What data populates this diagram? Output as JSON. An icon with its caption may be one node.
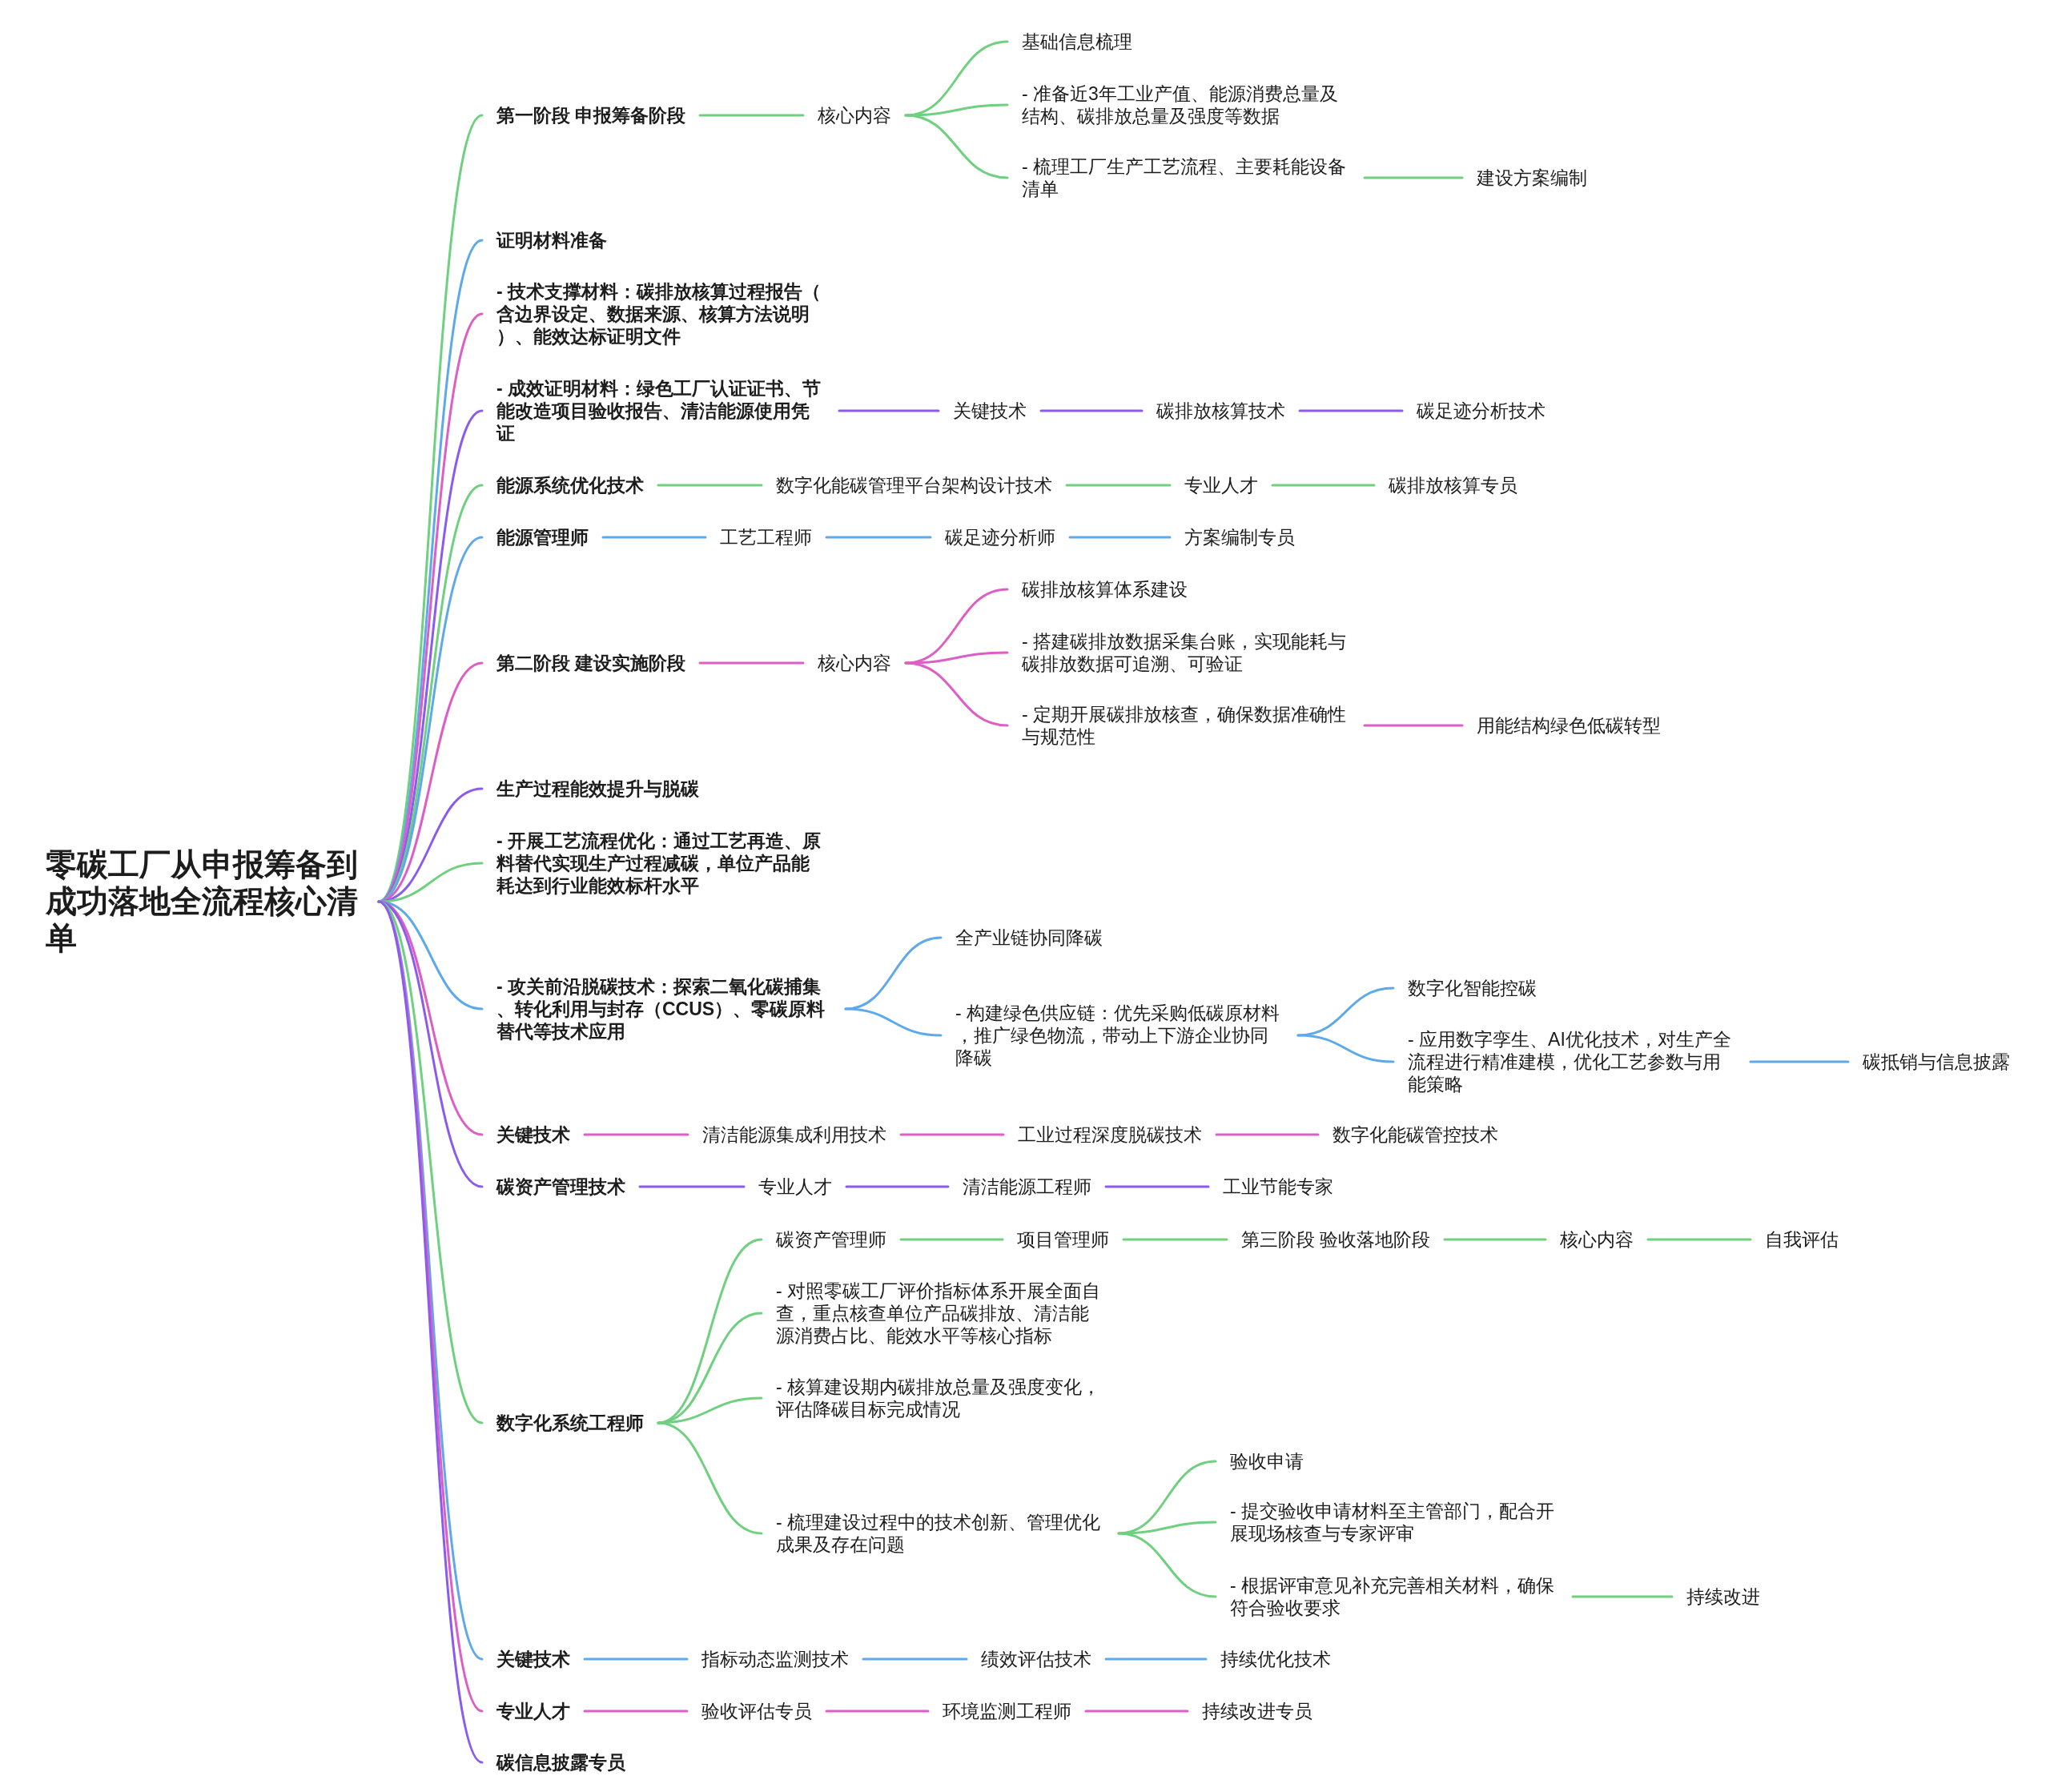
{
  "diagram": {
    "nodes": [
      {
        "text": [
          "零碳工厂从申报筹备到成功落地全流程核心清单"
        ]
      },
      {
        "text": [
          "第一阶段 申报筹备阶段"
        ]
      },
      {
        "text": [
          "核心内容"
        ]
      },
      {
        "text": [
          "基础信息梳理"
        ]
      },
      {
        "text": [
          "- 准备近3年工业产值、能源消费总量及结构、碳排放总量及强度等数据"
        ]
      },
      {
        "text": [
          "- 梳理工厂生产工艺流程、主要耗能设备清单"
        ]
      },
      {
        "text": [
          "建设方案编制"
        ]
      },
      {
        "text": [
          "证明材料准备"
        ]
      },
      {
        "text": [
          "- 技术支撑材料：碳排放核算过程报告（含边界设定、数据来源、核算方法说明）、能效达标证明文件"
        ]
      },
      {
        "text": [
          "- 成效证明材料：绿色工厂认证证书、节能改造项目验收报告、清洁能源使用凭证"
        ]
      },
      {
        "text": [
          "关键技术"
        ]
      },
      {
        "text": [
          "碳排放核算技术"
        ]
      },
      {
        "text": [
          "碳足迹分析技术"
        ]
      },
      {
        "text": [
          "能源系统优化技术"
        ]
      },
      {
        "text": [
          "数字化能碳管理平台架构设计技术"
        ]
      },
      {
        "text": [
          "专业人才"
        ]
      },
      {
        "text": [
          "碳排放核算专员"
        ]
      },
      {
        "text": [
          "能源管理师"
        ]
      },
      {
        "text": [
          "工艺工程师"
        ]
      },
      {
        "text": [
          "碳足迹分析师"
        ]
      },
      {
        "text": [
          "方案编制专员"
        ]
      },
      {
        "text": [
          "第二阶段 建设实施阶段"
        ]
      },
      {
        "text": [
          "核心内容"
        ]
      },
      {
        "text": [
          "碳排放核算体系建设"
        ]
      },
      {
        "text": [
          "- 搭建碳排放数据采集台账，实现能耗与碳排放数据可追溯、可验证"
        ]
      },
      {
        "text": [
          "- 定期开展碳排放核查，确保数据准确性与规范性"
        ]
      },
      {
        "text": [
          "用能结构绿色低碳转型"
        ]
      },
      {
        "text": [
          "生产过程能效提升与脱碳"
        ]
      },
      {
        "text": [
          "- 开展工艺流程优化：通过工艺再造、原料替代实现生产过程减碳，单位产品能耗达到行业能效标杆水平"
        ]
      },
      {
        "text": [
          "- 攻关前沿脱碳技术：探索二氧化碳捕集、转化利用与封存（CCUS）、零碳原料替代等技术应用"
        ]
      },
      {
        "text": [
          "全产业链协同降碳"
        ]
      },
      {
        "text": [
          "- 构建绿色供应链：优先采购低碳原材料，推广绿色物流，带动上下游企业协同降碳"
        ]
      },
      {
        "text": [
          "数字化智能控碳"
        ]
      },
      {
        "text": [
          "- 应用数字孪生、AI优化技术，对生产全流程进行精准建模，优化工艺参数与用能策略"
        ]
      },
      {
        "text": [
          "碳抵销与信息披露"
        ]
      },
      {
        "text": [
          "关键技术"
        ]
      },
      {
        "text": [
          "清洁能源集成利用技术"
        ]
      },
      {
        "text": [
          "工业过程深度脱碳技术"
        ]
      },
      {
        "text": [
          "数字化能碳管控技术"
        ]
      },
      {
        "text": [
          "碳资产管理技术"
        ]
      },
      {
        "text": [
          "专业人才"
        ]
      },
      {
        "text": [
          "清洁能源工程师"
        ]
      },
      {
        "text": [
          "工业节能专家"
        ]
      },
      {
        "text": [
          "数字化系统工程师"
        ]
      },
      {
        "text": [
          "碳资产管理师"
        ]
      },
      {
        "text": [
          "项目管理师"
        ]
      },
      {
        "text": [
          "第三阶段 验收落地阶段"
        ]
      },
      {
        "text": [
          "核心内容"
        ]
      },
      {
        "text": [
          "自我评估"
        ]
      },
      {
        "text": [
          "- 对照零碳工厂评价指标体系开展全面自查，重点核查单位产品碳排放、清洁能源消费占比、能效水平等核心指标"
        ]
      },
      {
        "text": [
          "- 核算建设期内碳排放总量及强度变化，评估降碳目标完成情况"
        ]
      },
      {
        "text": [
          "- 梳理建设过程中的技术创新、管理优化成果及存在问题"
        ]
      },
      {
        "text": [
          "验收申请"
        ]
      },
      {
        "text": [
          "- 提交验收申请材料至主管部门，配合开展现场核查与专家评审"
        ]
      },
      {
        "text": [
          "- 根据评审意见补充完善相关材料，确保符合验收要求"
        ]
      },
      {
        "text": [
          "持续改进"
        ]
      },
      {
        "text": [
          "关键技术"
        ]
      },
      {
        "text": [
          "指标动态监测技术"
        ]
      },
      {
        "text": [
          "绩效评估技术"
        ]
      },
      {
        "text": [
          "持续优化技术"
        ]
      },
      {
        "text": [
          "专业人才"
        ]
      },
      {
        "text": [
          "验收评估专员"
        ]
      },
      {
        "text": [
          "环境监测工程师"
        ]
      },
      {
        "text": [
          "持续改进专员"
        ]
      },
      {
        "text": [
          "碳信息披露专员"
        ]
      }
    ],
    "edges": [
      {
        "from": 0,
        "to": 1,
        "arrow": "none"
      },
      {
        "from": 0,
        "to": 7,
        "arrow": "none",
        "color": "#5ea9e9"
      },
      {
        "from": 0,
        "to": 8,
        "arrow": "none",
        "color": "#dd5fc5"
      },
      {
        "from": 0,
        "to": 9,
        "arrow": "none",
        "color": "#8a5ced"
      },
      {
        "from": 0,
        "to": 13,
        "arrow": "none"
      },
      {
        "from": 0,
        "to": 17,
        "arrow": "none",
        "color": "#5ea9e9"
      },
      {
        "from": 0,
        "to": 21,
        "arrow": "none",
        "color": "#dd5fc5"
      },
      {
        "from": 0,
        "to": 27,
        "arrow": "none",
        "color": "#8a5ced"
      },
      {
        "from": 0,
        "to": 28,
        "arrow": "none"
      },
      {
        "from": 0,
        "to": 29,
        "arrow": "none",
        "color": "#5ea9e9"
      },
      {
        "from": 0,
        "to": 35,
        "arrow": "none",
        "color": "#dd5fc5"
      },
      {
        "from": 0,
        "to": 39,
        "arrow": "none",
        "color": "#8a5ced"
      },
      {
        "from": 0,
        "to": 43,
        "arrow": "none"
      },
      {
        "from": 0,
        "to": 56,
        "arrow": "none",
        "color": "#5ea9e9"
      },
      {
        "from": 0,
        "to": 60,
        "arrow": "none",
        "color": "#dd5fc5"
      },
      {
        "from": 0,
        "to": 64,
        "arrow": "none",
        "color": "#8a5ced"
      },
      {
        "from": 1,
        "to": 2,
        "arrow": "none"
      },
      {
        "from": 2,
        "to": 3,
        "arrow": "none"
      },
      {
        "from": 2,
        "to": 4,
        "arrow": "none"
      },
      {
        "from": 2,
        "to": 5,
        "arrow": "none"
      },
      {
        "from": 5,
        "to": 6,
        "arrow": "none"
      },
      {
        "from": 9,
        "to": 10,
        "arrow": "none",
        "color": "#8a5ced"
      },
      {
        "from": 10,
        "to": 11,
        "arrow": "none",
        "color": "#8a5ced"
      },
      {
        "from": 11,
        "to": 12,
        "arrow": "none",
        "color": "#8a5ced"
      },
      {
        "from": 13,
        "to": 14,
        "arrow": "none"
      },
      {
        "from": 14,
        "to": 15,
        "arrow": "none"
      },
      {
        "from": 15,
        "to": 16,
        "arrow": "none"
      },
      {
        "from": 17,
        "to": 18,
        "arrow": "none",
        "color": "#5ea9e9"
      },
      {
        "from": 18,
        "to": 19,
        "arrow": "none",
        "color": "#5ea9e9"
      },
      {
        "from": 19,
        "to": 20,
        "arrow": "none",
        "color": "#5ea9e9"
      },
      {
        "from": 21,
        "to": 22,
        "arrow": "none",
        "color": "#dd5fc5"
      },
      {
        "from": 22,
        "to": 23,
        "arrow": "none",
        "color": "#dd5fc5"
      },
      {
        "from": 22,
        "to": 24,
        "arrow": "none",
        "color": "#dd5fc5"
      },
      {
        "from": 22,
        "to": 25,
        "arrow": "none",
        "color": "#dd5fc5"
      },
      {
        "from": 25,
        "to": 26,
        "arrow": "none",
        "color": "#dd5fc5"
      },
      {
        "from": 29,
        "to": 30,
        "arrow": "none",
        "color": "#5ea9e9"
      },
      {
        "from": 29,
        "to": 31,
        "arrow": "none",
        "color": "#5ea9e9"
      },
      {
        "from": 31,
        "to": 32,
        "arrow": "none",
        "color": "#5ea9e9"
      },
      {
        "from": 31,
        "to": 33,
        "arrow": "none",
        "color": "#5ea9e9"
      },
      {
        "from": 33,
        "to": 34,
        "arrow": "none",
        "color": "#5ea9e9"
      },
      {
        "from": 35,
        "to": 36,
        "arrow": "none",
        "color": "#dd5fc5"
      },
      {
        "from": 36,
        "to": 37,
        "arrow": "none",
        "color": "#dd5fc5"
      },
      {
        "from": 37,
        "to": 38,
        "arrow": "none",
        "color": "#dd5fc5"
      },
      {
        "from": 39,
        "to": 40,
        "arrow": "none",
        "color": "#8a5ced"
      },
      {
        "from": 40,
        "to": 41,
        "arrow": "none",
        "color": "#8a5ced"
      },
      {
        "from": 41,
        "to": 42,
        "arrow": "none",
        "color": "#8a5ced"
      },
      {
        "from": 43,
        "to": 44,
        "arrow": "none"
      },
      {
        "from": 44,
        "to": 45,
        "arrow": "none"
      },
      {
        "from": 45,
        "to": 46,
        "arrow": "none"
      },
      {
        "from": 46,
        "to": 47,
        "arrow": "none"
      },
      {
        "from": 47,
        "to": 48,
        "arrow": "none"
      },
      {
        "from": 43,
        "to": 49,
        "arrow": "none"
      },
      {
        "from": 43,
        "to": 50,
        "arrow": "none"
      },
      {
        "from": 43,
        "to": 51,
        "arrow": "none"
      },
      {
        "from": 51,
        "to": 52,
        "arrow": "none"
      },
      {
        "from": 51,
        "to": 53,
        "arrow": "none"
      },
      {
        "from": 51,
        "to": 54,
        "arrow": "none"
      },
      {
        "from": 54,
        "to": 55,
        "arrow": "none"
      },
      {
        "from": 56,
        "to": 57,
        "arrow": "none",
        "color": "#5ea9e9"
      },
      {
        "from": 57,
        "to": 58,
        "arrow": "none",
        "color": "#5ea9e9"
      },
      {
        "from": 58,
        "to": 59,
        "arrow": "none",
        "color": "#5ea9e9"
      },
      {
        "from": 60,
        "to": 61,
        "arrow": "none",
        "color": "#dd5fc5"
      },
      {
        "from": 61,
        "to": 62,
        "arrow": "none",
        "color": "#dd5fc5"
      },
      {
        "from": 62,
        "to": 63,
        "arrow": "none",
        "color": "#dd5fc5"
      }
    ]
  }
}
